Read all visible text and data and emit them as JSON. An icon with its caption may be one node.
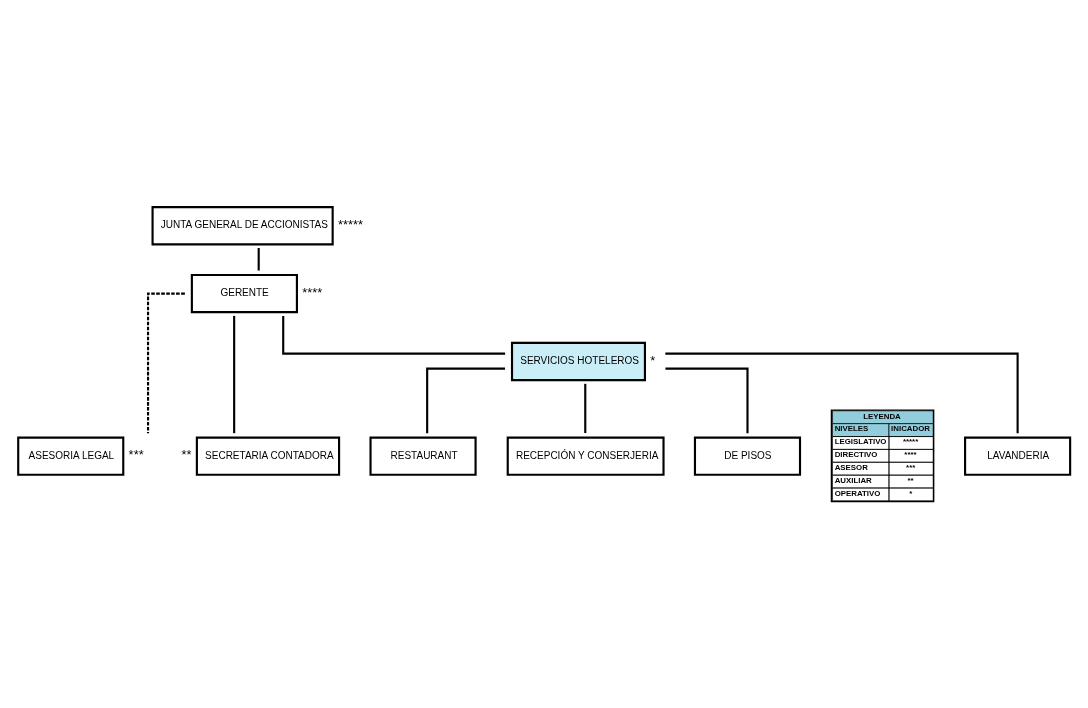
{
  "diagram": {
    "nodes": [
      {
        "text": [
          "JUNTA GENERAL DE ACCIONISTAS"
        ],
        "beside": [
          "*****"
        ]
      },
      {
        "text": [
          "GERENTE"
        ],
        "beside": [
          "****"
        ]
      },
      {
        "text": [
          "ASESORIA LEGAL"
        ],
        "beside": [
          "***"
        ]
      },
      {
        "text": [
          "SECRETARIA CONTADORA"
        ],
        "beside": [
          "**"
        ]
      },
      {
        "text": [
          "SERVICIOS HOTELEROS"
        ],
        "beside": [
          "*"
        ]
      },
      {
        "text": [
          "RECEPCIÓN Y CONSERJERIA"
        ]
      },
      {
        "text": [
          "DE PISOS"
        ]
      },
      {
        "text": [
          "LAVANDERIA"
        ]
      },
      {
        "text": [
          "RESTAURANT"
        ]
      }
    ],
    "edges": [
      {
        "from": 0,
        "to": 1,
        "arrow": "none"
      },
      {
        "from": 1,
        "to": 2,
        "arrow": "none",
        "style": "dashed"
      },
      {
        "from": 1,
        "to": 3,
        "arrow": "none"
      },
      {
        "from": 1,
        "to": 4,
        "arrow": "none"
      },
      {
        "from": 4,
        "to": 5,
        "arrow": "none"
      },
      {
        "from": 4,
        "to": 6,
        "arrow": "none"
      },
      {
        "from": 4,
        "to": 7,
        "arrow": "none"
      },
      {
        "from": 4,
        "to": 8,
        "arrow": "none"
      }
    ],
    "labels": [
      "LEYENDA",
      "NIVELES",
      "INICADOR",
      "LEGISLATIVO",
      "*****",
      "DIRECTIVO",
      "****",
      "ASESOR",
      "***",
      "AUXILIAR",
      "**",
      "OPERATIVO",
      "*"
    ]
  }
}
